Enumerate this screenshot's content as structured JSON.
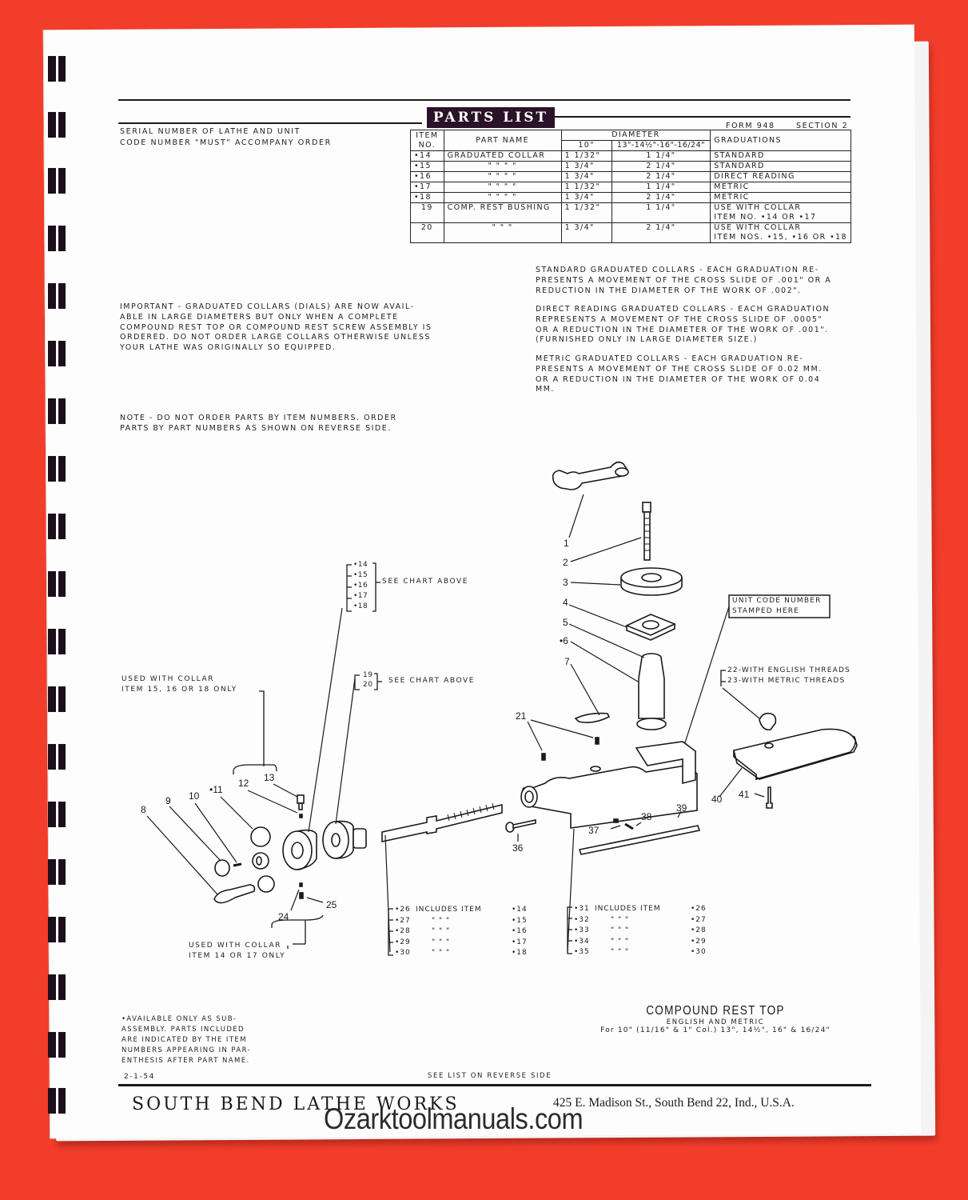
{
  "background_color": "#f23d2b",
  "banner_color": "#2a1228",
  "header": {
    "serial_note": [
      "Serial Number of Lathe and Unit",
      "Code Number \"MUST\" Accompany Order"
    ],
    "banner": "PARTS LIST",
    "form": "Form 948",
    "section": "Section 2"
  },
  "parts_table": {
    "headers": {
      "item_no": "Item No.",
      "part_name": "Part Name",
      "diameter": "Diameter",
      "dia_10": "10\"",
      "dia_large": "13\"-14½\"-16\"-16/24\"",
      "graduations": "Graduations"
    },
    "rows": [
      {
        "item": "•14",
        "name": "Graduated Collar",
        "d10": "1 1/32\"",
        "dl": "1 1/4\"",
        "grad": "Standard"
      },
      {
        "item": "•15",
        "name": "\"   \"   \"   \"",
        "d10": "1 3/4\"",
        "dl": "2 1/4\"",
        "grad": "Standard"
      },
      {
        "item": "•16",
        "name": "\"   \"   \"   \"",
        "d10": "1 3/4\"",
        "dl": "2 1/4\"",
        "grad": "Direct Reading"
      },
      {
        "item": "•17",
        "name": "\"   \"   \"   \"",
        "d10": "1 1/32\"",
        "dl": "1 1/4\"",
        "grad": "Metric"
      },
      {
        "item": "•18",
        "name": "\"   \"   \"   \"",
        "d10": "1 3/4\"",
        "dl": "2 1/4\"",
        "grad": "Metric"
      },
      {
        "item": "19",
        "name": "Comp. Rest Bushing",
        "d10": "1 1/32\"",
        "dl": "1 1/4\"",
        "grad": "Use with collar",
        "grad2": "Item No. •14 or •17"
      },
      {
        "item": "20",
        "name": "\"      \"      \"",
        "d10": "1 3/4\"",
        "dl": "2 1/4\"",
        "grad": "Use with collar",
        "grad2": "Item Nos. •15, •16 or •18"
      }
    ]
  },
  "notes": {
    "standard": {
      "lead": "Standard Graduated Collars",
      "lines": [
        "Standard Graduated Collars - Each graduation re-",
        "presents a movement of the cross slide of .001\" or a",
        "reduction in the diameter of the work of .002\"."
      ]
    },
    "direct": {
      "lines": [
        "Direct Reading Graduated Collars - Each graduation",
        "represents a movement of the cross slide of .0005\"",
        "or a reduction in the diameter of the work of .001\".",
        "(Furnished only in large diameter size.)"
      ]
    },
    "metric": {
      "lines": [
        "Metric Graduated Collars - Each graduation re-",
        "presents a movement of the cross slide of 0.02 mm.",
        "or a reduction in the diameter of the work of 0.04",
        "mm."
      ]
    },
    "important": {
      "lines": [
        "Important - Graduated collars (dials) are now avail-",
        "able in large diameters but only when a complete",
        "compound rest top or compound rest screw assembly is",
        "ordered. Do not order large collars otherwise unless",
        "your lathe was originally so equipped."
      ]
    },
    "note": {
      "lines": [
        "Note - Do not order parts by item numbers. Order",
        "parts by PART NUMBERS as shown on reverse side."
      ]
    }
  },
  "diagram": {
    "callouts": {
      "group_14_18": [
        "•14",
        "•15",
        "•16",
        "•17",
        "•18"
      ],
      "group_14_18_label": "See chart above",
      "group_19_20": [
        "19",
        "20"
      ],
      "group_19_20_label": "See chart above",
      "used_with_15": [
        "Used with collar",
        "Item 15, 16 or 18 only"
      ],
      "used_with_14": [
        "Used with collar",
        "Item 14 or 17 only"
      ],
      "unit_code": [
        "Unit Code Number",
        "Stamped Here"
      ],
      "thread_22": "22-With English Threads",
      "thread_23": "23-With Metric Threads",
      "includes_a": [
        {
          "item": "•26",
          "text": "Includes Item",
          "ref": "•14"
        },
        {
          "item": "•27",
          "text": "\"      \"      \"",
          "ref": "•15"
        },
        {
          "item": "•28",
          "text": "\"      \"      \"",
          "ref": "•16"
        },
        {
          "item": "•29",
          "text": "\"      \"      \"",
          "ref": "•17"
        },
        {
          "item": "•30",
          "text": "\"      \"      \"",
          "ref": "•18"
        }
      ],
      "includes_b": [
        {
          "item": "•31",
          "text": "Includes Item",
          "ref": "•26"
        },
        {
          "item": "•32",
          "text": "\"      \"      \"",
          "ref": "•27"
        },
        {
          "item": "•33",
          "text": "\"      \"      \"",
          "ref": "•28"
        },
        {
          "item": "•34",
          "text": "\"      \"      \"",
          "ref": "•29"
        },
        {
          "item": "•35",
          "text": "\"      \"      \"",
          "ref": "•30"
        }
      ]
    },
    "part_numbers": [
      "1",
      "2",
      "3",
      "4",
      "5",
      "•6",
      "7",
      "8",
      "9",
      "10",
      "•11",
      "12",
      "13",
      "21",
      "24",
      "25",
      "36",
      "37",
      "38",
      "39",
      "40",
      "41"
    ]
  },
  "footer": {
    "sub_assembly_note": [
      "•Available only as sub-",
      "assembly. Parts included",
      "are indicated by the item",
      "numbers appearing in par-",
      "enthesis after part name."
    ],
    "date": "2-1-54",
    "see_list": "See List On Reverse Side",
    "title": "COMPOUND REST  TOP",
    "subtitle": "English and Metric",
    "sizes": "For 10\" (11/16\" & 1\" Col.) 13\", 14½\", 16\" & 16/24\"",
    "company": "SOUTH BEND LATHE WORKS",
    "address": "425 E. Madison St., South Bend 22, Ind., U.S.A.",
    "watermark": "Ozarktoolmanuals.com"
  }
}
